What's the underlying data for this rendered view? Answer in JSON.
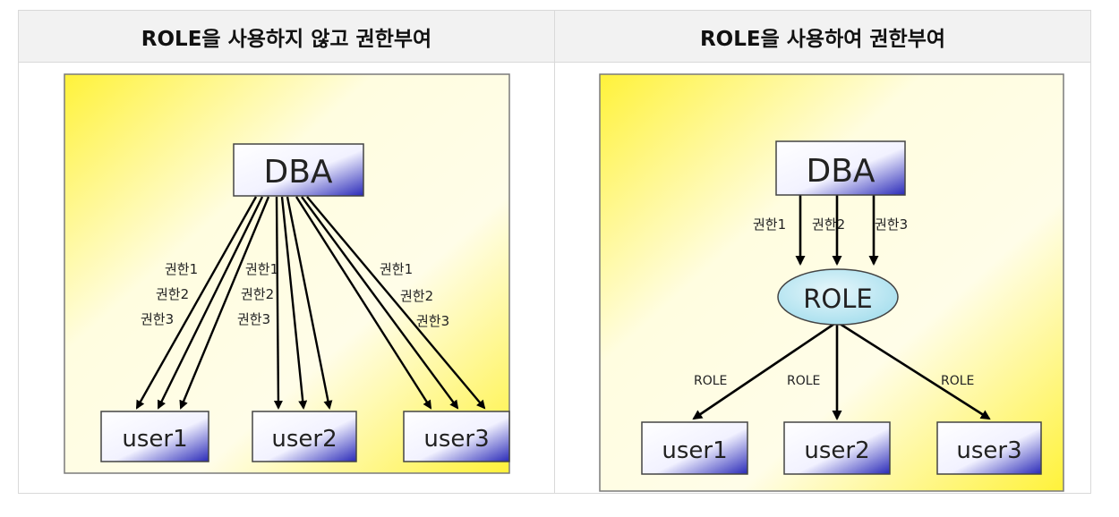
{
  "headers": {
    "left": "ROLE을 사용하지 않고 권한부여",
    "right": "ROLE을 사용하여 권한부여"
  },
  "left_diagram": {
    "dba": "DBA",
    "users": [
      "user1",
      "user2",
      "user3"
    ],
    "labels": {
      "g1": [
        "권한1",
        "권한2",
        "권한3"
      ],
      "g2": [
        "권한1",
        "권한2",
        "권한3"
      ],
      "g3": [
        "권한1",
        "권한2",
        "권한3"
      ]
    }
  },
  "right_diagram": {
    "dba": "DBA",
    "role": "ROLE",
    "perm_labels": [
      "권한1",
      "권한2",
      "권한3"
    ],
    "role_labels": [
      "ROLE",
      "ROLE",
      "ROLE"
    ],
    "users": [
      "user1",
      "user2",
      "user3"
    ]
  },
  "colors": {
    "box_gradient_start": "#ffffff",
    "box_gradient_end": "#2a2ab8",
    "role_fill": "#b8e6f2",
    "bg_yellow": "#fff23a"
  }
}
